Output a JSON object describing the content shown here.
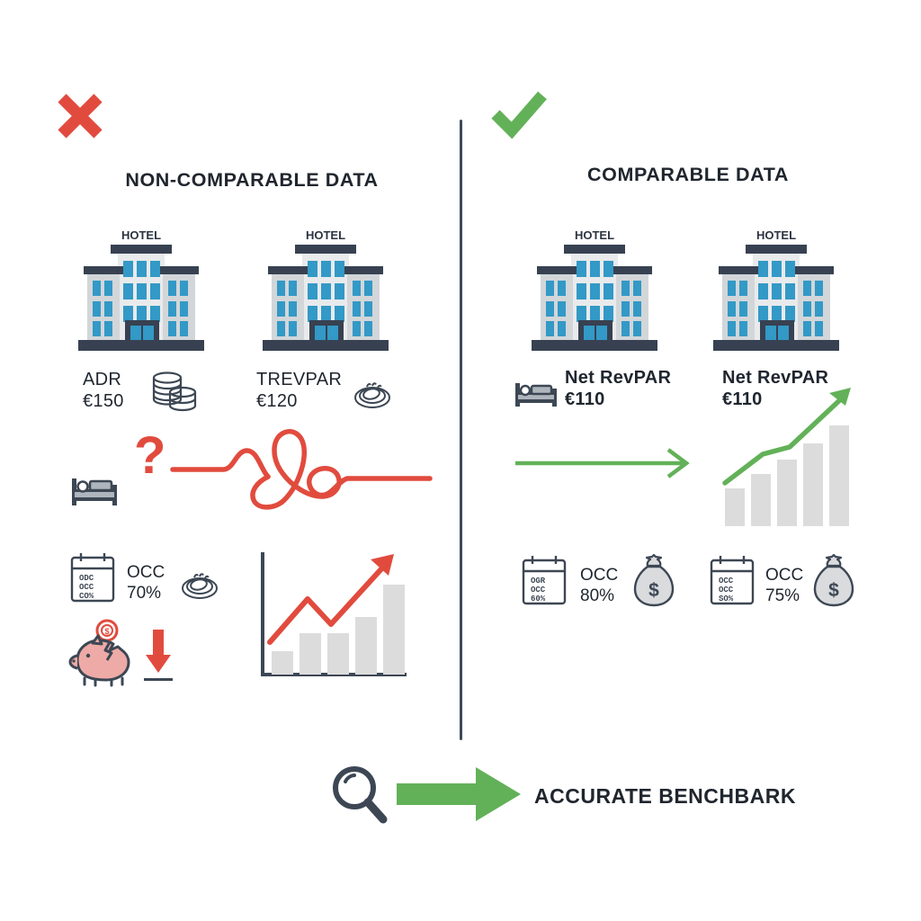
{
  "palette": {
    "background": "#ffffff",
    "ink": "#2b3440",
    "dark_navy": "#374151",
    "red": "#e14b3e",
    "green": "#62b158",
    "bar_gray": "#dcdcdc",
    "building_light": "#e8eaec",
    "building_mid": "#d2d6d9",
    "window_blue": "#3399c6",
    "piggy_pink": "#eeaaa6"
  },
  "panels": {
    "left": {
      "mark_icon": "red-cross-icon",
      "title": "NON-COMPARABLE DATA",
      "hotels": [
        {
          "sign": "HOTEL",
          "metric": {
            "label": "ADR",
            "value": "€150",
            "icon": "coin-stack-icon"
          }
        },
        {
          "sign": "HOTEL",
          "metric": {
            "label": "TREVPAR",
            "value": "€120",
            "icon": "food-plate-icon"
          }
        }
      ],
      "confusion": {
        "question_mark": "?",
        "squiggle_icon": "tangled-line-icon",
        "bed_icon": "bed-icon"
      },
      "occupancy": {
        "calendar_icon": "calendar-icon",
        "calendar_lines": [
          "ODC",
          "OCC",
          "CO%"
        ],
        "label": "OCC",
        "value": "70%",
        "food_icon": "food-plate-icon",
        "piggy_icon": "broken-piggy-bank-icon",
        "coin_icon": "coin-icon",
        "down_arrow_icon": "red-down-arrow-icon"
      },
      "chart": {
        "trend_icon": "red-zigzag-arrow-icon",
        "bars": [
          28,
          52,
          52,
          76,
          100
        ]
      }
    },
    "right": {
      "mark_icon": "green-check-icon",
      "title": "COMPARABLE DATA",
      "hotels": [
        {
          "sign": "HOTEL",
          "metric": {
            "label": "Net RevPAR",
            "value": "€110",
            "icon": "bed-icon"
          },
          "trend_icon": "green-straight-arrow-icon",
          "occupancy": {
            "calendar_icon": "calendar-icon",
            "calendar_lines": [
              "OGR",
              "OCC",
              "60%"
            ],
            "label": "OCC",
            "value": "80%",
            "money_bag_icon": "money-bag-icon"
          }
        },
        {
          "sign": "HOTEL",
          "metric": {
            "label": "Net RevPAR",
            "value": "€110",
            "icon": null
          },
          "trend_icon": "green-rising-arrow-icon",
          "bars": [
            38,
            55,
            70,
            84,
            100
          ],
          "occupancy": {
            "calendar_icon": "calendar-icon",
            "calendar_lines": [
              "OCC",
              "OCC",
              "SO%"
            ],
            "label": "OCC",
            "value": "75%",
            "money_bag_icon": "money-bag-icon"
          }
        }
      ]
    }
  },
  "banner": {
    "magnifier_icon": "magnifier-icon",
    "arrow_icon": "green-block-arrow-icon",
    "text": "ACCURATE BENCHBARK"
  }
}
